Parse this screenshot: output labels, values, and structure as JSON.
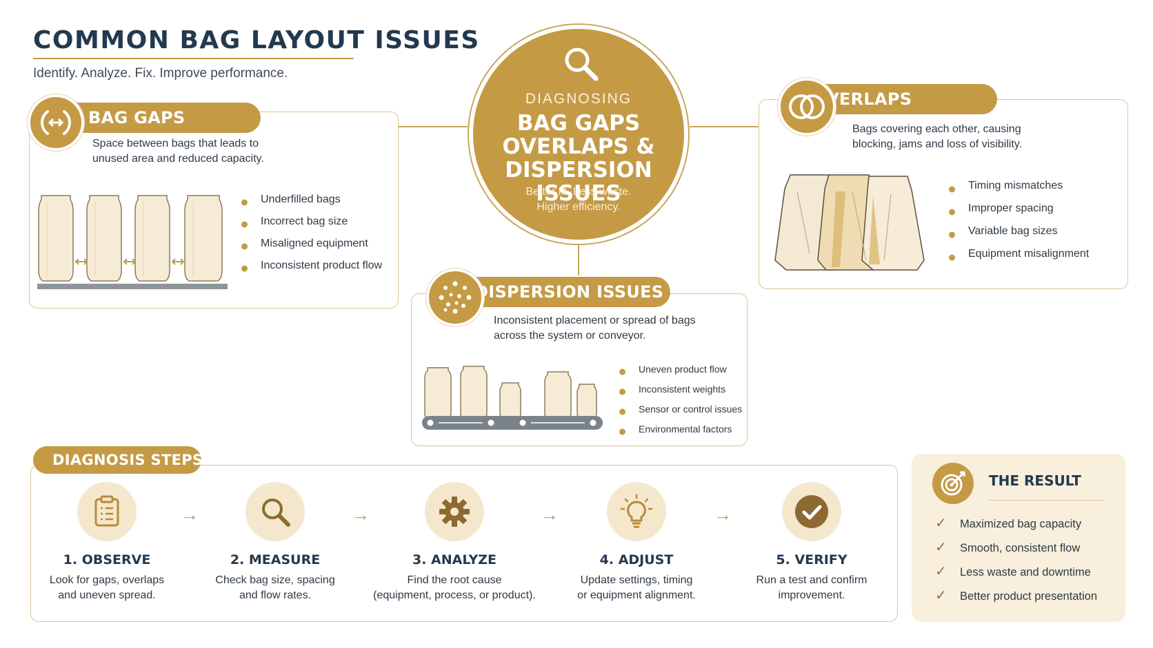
{
  "header": {
    "title": "COMMON BAG LAYOUT ISSUES",
    "subtitle": "Identify. Analyze. Fix. Improve performance."
  },
  "center": {
    "kicker": "DIAGNOSING",
    "heading_lines": [
      "BAG GAPS",
      "OVERLAPS &",
      "DISPERSION ISSUES"
    ],
    "tagline_lines": [
      "Better fit. Less waste.",
      "Higher efficiency."
    ],
    "icon": "magnifier-icon"
  },
  "bag_gaps": {
    "title": "BAG GAPS",
    "description_lines": [
      "Space between bags that leads to",
      "unused area and reduced capacity."
    ],
    "bullets": [
      "Underfilled bags",
      "Incorrect bag size",
      "Misaligned equipment",
      "Inconsistent product flow"
    ],
    "icon": "gap-arrows-icon"
  },
  "overlaps": {
    "title": "OVERLAPS",
    "description_lines": [
      "Bags covering each other, causing",
      "blocking, jams and loss of visibility."
    ],
    "bullets": [
      "Timing mismatches",
      "Improper spacing",
      "Variable bag sizes",
      "Equipment misalignment"
    ],
    "icon": "overlapping-circles-icon"
  },
  "dispersion": {
    "title": "DISPERSION ISSUES",
    "description_lines": [
      "Inconsistent placement or spread of bags",
      "across the system or conveyor."
    ],
    "bullets": [
      "Uneven product flow",
      "Inconsistent weights",
      "Sensor or control issues",
      "Environmental factors"
    ],
    "icon": "scatter-dots-icon"
  },
  "steps": {
    "title": "DIAGNOSIS STEPS",
    "items": [
      {
        "title": "1. OBSERVE",
        "lines": [
          "Look for gaps, overlaps",
          "and uneven spread."
        ],
        "icon": "clipboard-icon"
      },
      {
        "title": "2. MEASURE",
        "lines": [
          "Check bag size, spacing",
          "and flow rates."
        ],
        "icon": "magnifier-icon"
      },
      {
        "title": "3. ANALYZE",
        "lines": [
          "Find the root cause",
          "(equipment, process, or product)."
        ],
        "icon": "gear-icon"
      },
      {
        "title": "4. ADJUST",
        "lines": [
          "Update settings, timing",
          "or equipment alignment."
        ],
        "icon": "lightbulb-icon"
      },
      {
        "title": "5. VERIFY",
        "lines": [
          "Run a test and confirm",
          "improvement."
        ],
        "icon": "checkmark-icon"
      }
    ]
  },
  "result": {
    "title": "THE RESULT",
    "items": [
      "Maximized bag capacity",
      "Smooth, consistent flow",
      "Less waste and downtime",
      "Better product presentation"
    ],
    "icon": "target-icon"
  },
  "colors": {
    "accent": "#c49a45",
    "navy": "#23394f",
    "cream": "#f8efdc"
  }
}
